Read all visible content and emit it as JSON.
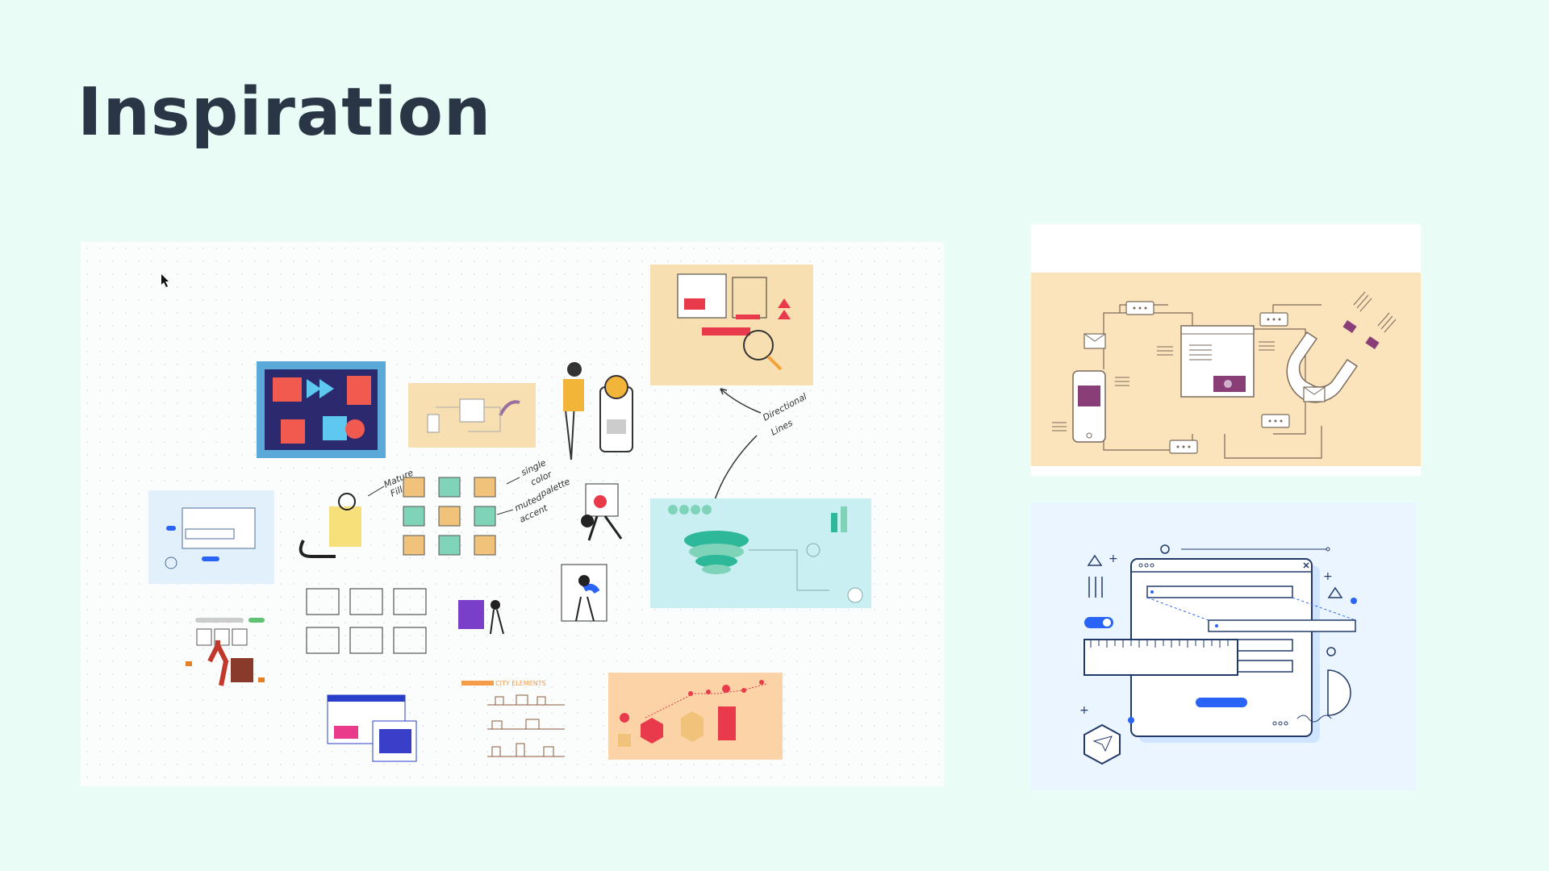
{
  "slide": {
    "title": "Inspiration"
  },
  "board": {
    "annotations": {
      "directional_lines_1": "Directional",
      "directional_lines_2": "Lines",
      "single_color_1": "single",
      "single_color_2": "color",
      "single_color_3": "palette",
      "muted_accent_1": "muted",
      "muted_accent_2": "accent",
      "small_note_1": "Mature",
      "small_note_2": "Fill"
    },
    "city_elements_label": "CITY ELEMENTS"
  },
  "icons": {
    "cursor": "cursor-arrow-icon"
  }
}
